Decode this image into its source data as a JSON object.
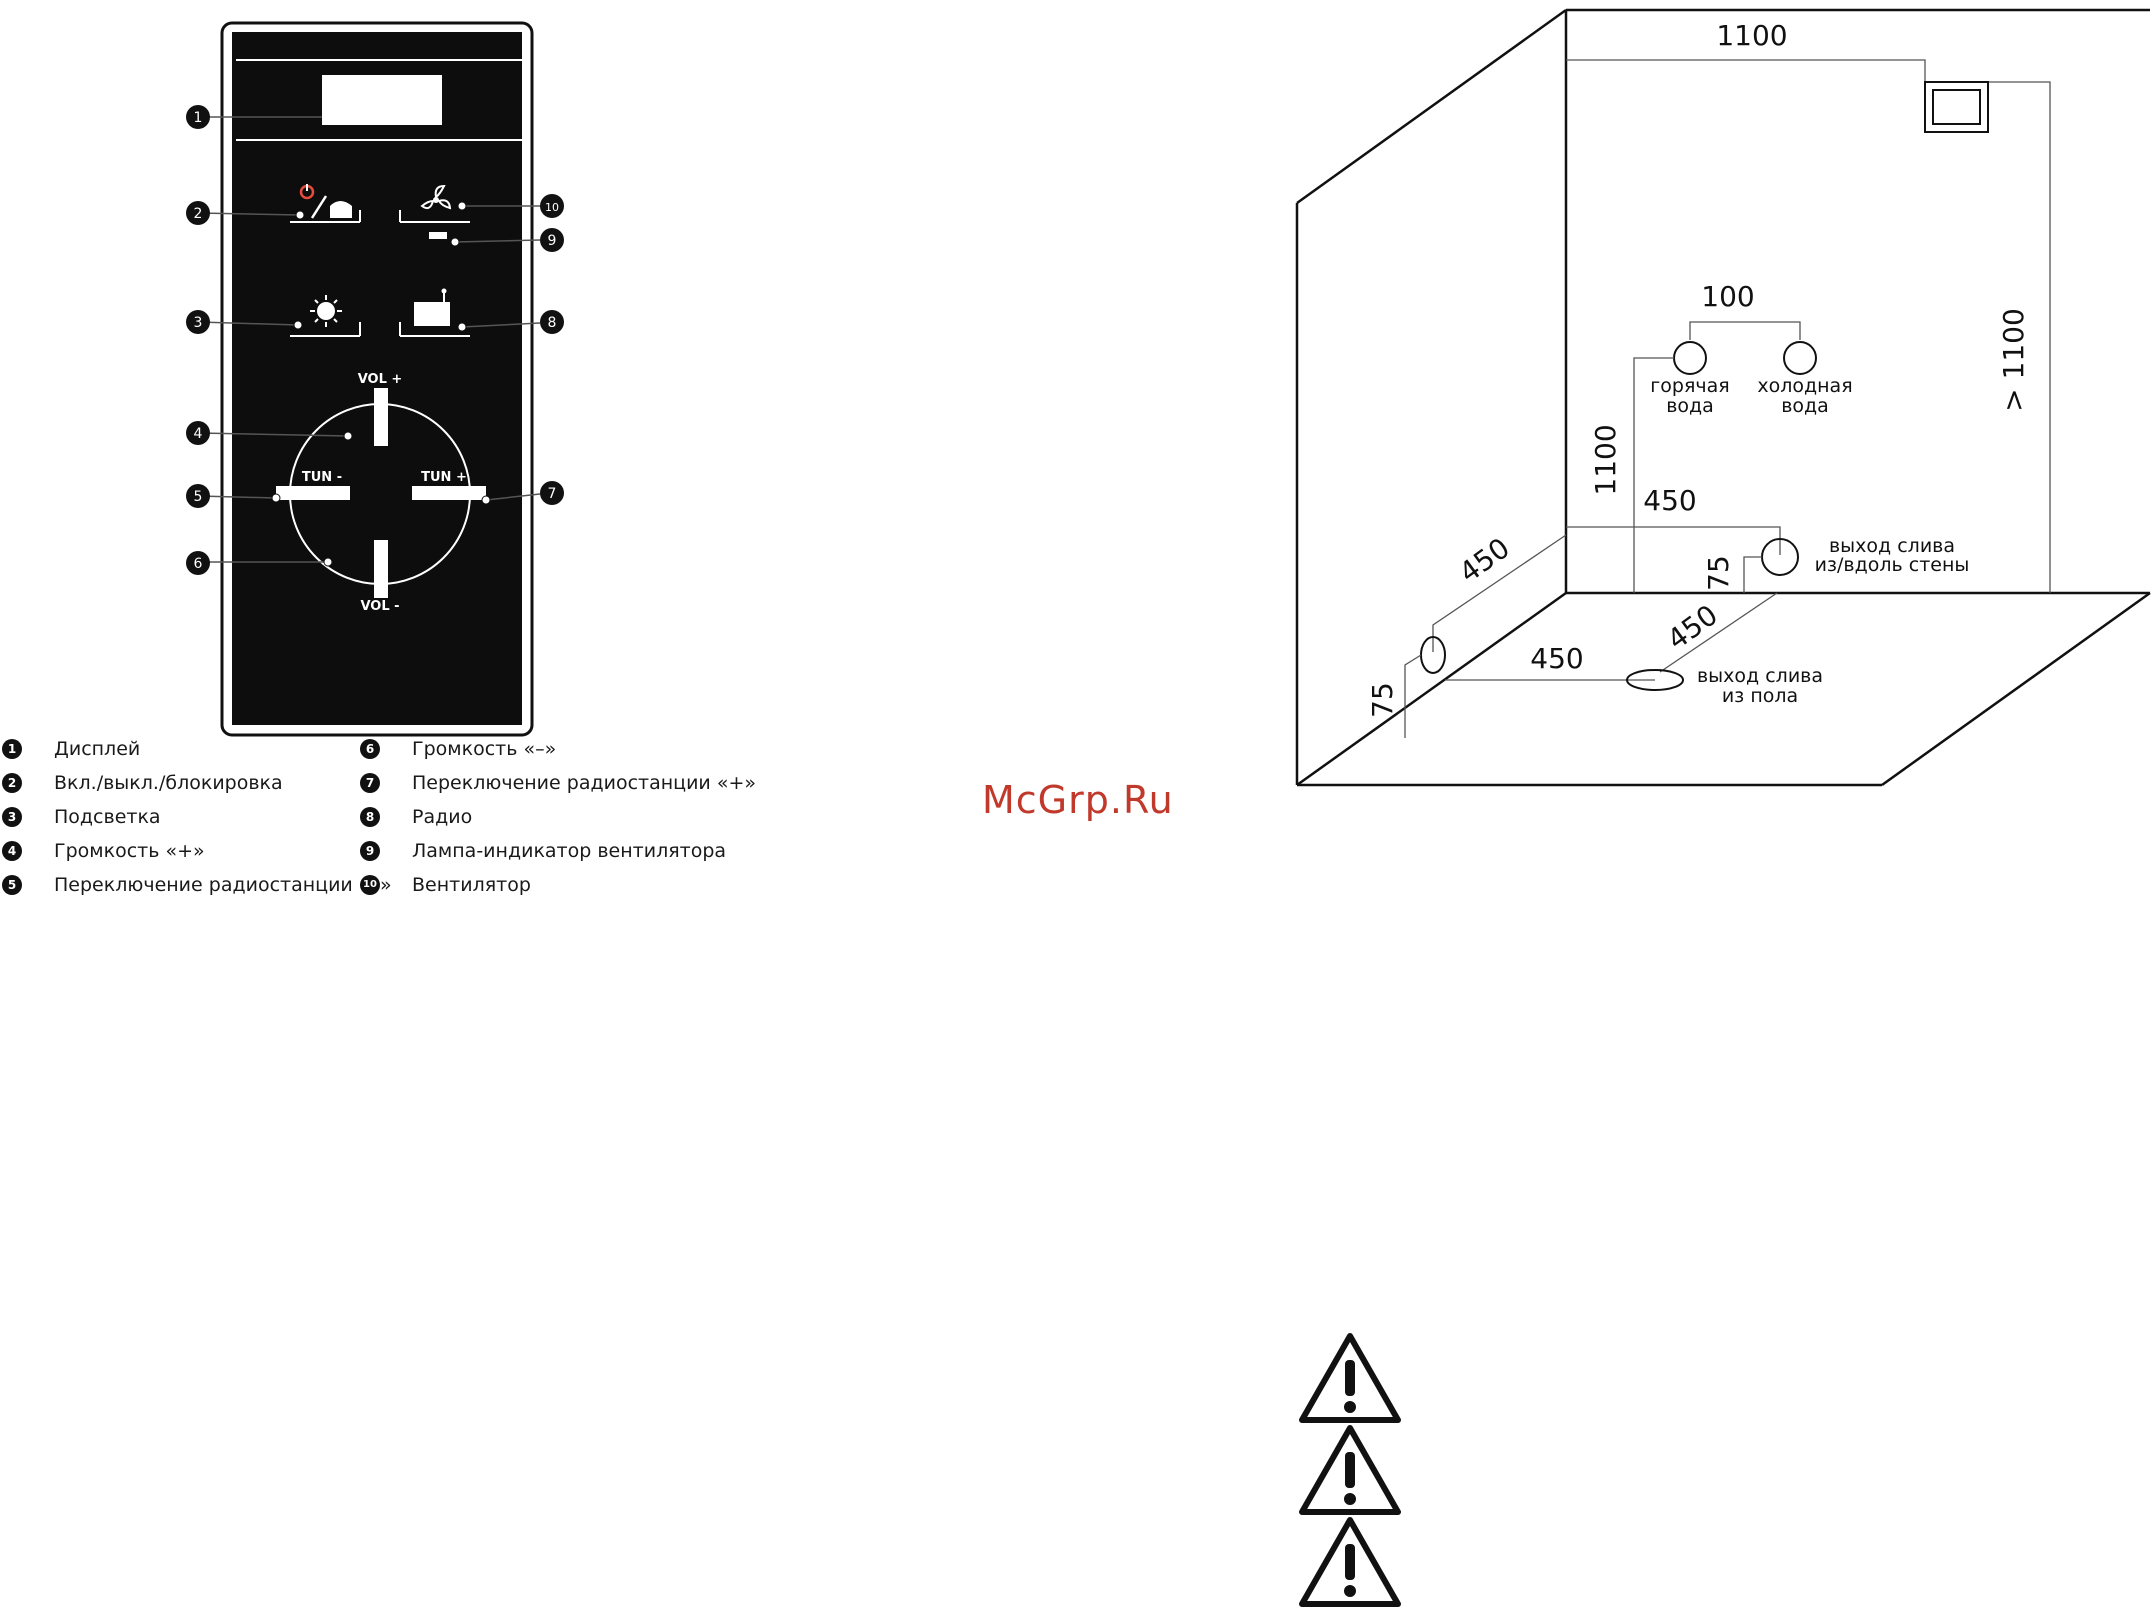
{
  "panel": {
    "buttons": {
      "vol_plus": "VOL +",
      "vol_minus": "VOL -",
      "tun_minus": "TUN -",
      "tun_plus": "TUN +"
    },
    "callouts": [
      "1",
      "2",
      "3",
      "4",
      "5",
      "6",
      "7",
      "8",
      "9",
      "10"
    ],
    "icons": {
      "power_lock": "power-lock-icon",
      "fan": "fan-icon",
      "light": "light-icon",
      "radio": "radio-icon",
      "fan_lamp": "indicator-lamp-icon"
    }
  },
  "legend": {
    "left": [
      {
        "num": "1",
        "text": "Дисплей"
      },
      {
        "num": "2",
        "text": "Вкл./выкл./блокировка"
      },
      {
        "num": "3",
        "text": "Подсветка"
      },
      {
        "num": "4",
        "text": "Громкость «+»"
      },
      {
        "num": "5",
        "text": "Переключение радиостанции «–»"
      }
    ],
    "right": [
      {
        "num": "6",
        "text": "Громкость «–»"
      },
      {
        "num": "7",
        "text": "Переключение радиостанции «+»"
      },
      {
        "num": "8",
        "text": "Радио"
      },
      {
        "num": "9",
        "text": "Лампа-индикатор вентилятора"
      },
      {
        "num": "10",
        "text": "Вентилятор"
      }
    ]
  },
  "watermark": "McGrp.Ru",
  "room": {
    "dim_top": "1100",
    "dim_100": "100",
    "dim_right": "> 1100",
    "dim_left_vertical": "1100",
    "dim_450_wall": "450",
    "dim_75_wall": "75",
    "dim_450_left": "450",
    "dim_450_floor": "450",
    "dim_450_floor_diag": "450",
    "dim_75_left": "75",
    "hot_water_1": "горячая",
    "hot_water_2": "вода",
    "cold_water_1": "холодная",
    "cold_water_2": "вода",
    "drain_wall_1": "выход слива",
    "drain_wall_2": "из/вдоль стены",
    "drain_floor_1": "выход слива",
    "drain_floor_2": "из пола"
  },
  "colors": {
    "panel_bg": "#0d0d0d",
    "line": "#333333",
    "watermark": "#c0392b"
  },
  "warning_icon": "warning-triangle-icon"
}
